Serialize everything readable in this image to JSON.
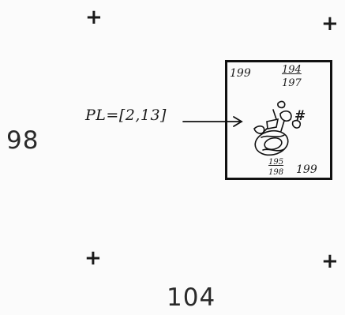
{
  "labels": {
    "left_number": "98",
    "bottom_number": "104"
  },
  "annotation": {
    "pl_text": "PL=[2,13]"
  },
  "frame_numbers": {
    "top_left": "199",
    "top_fraction_numerator": "194",
    "top_fraction_denominator": "197",
    "hash": "#",
    "bottom_fraction_numerator": "195",
    "bottom_fraction_denominator": "198",
    "bottom_right": "199"
  },
  "registration_mark": "+",
  "colors": {
    "ink": "#111111",
    "paper": "#fbfbfb"
  }
}
